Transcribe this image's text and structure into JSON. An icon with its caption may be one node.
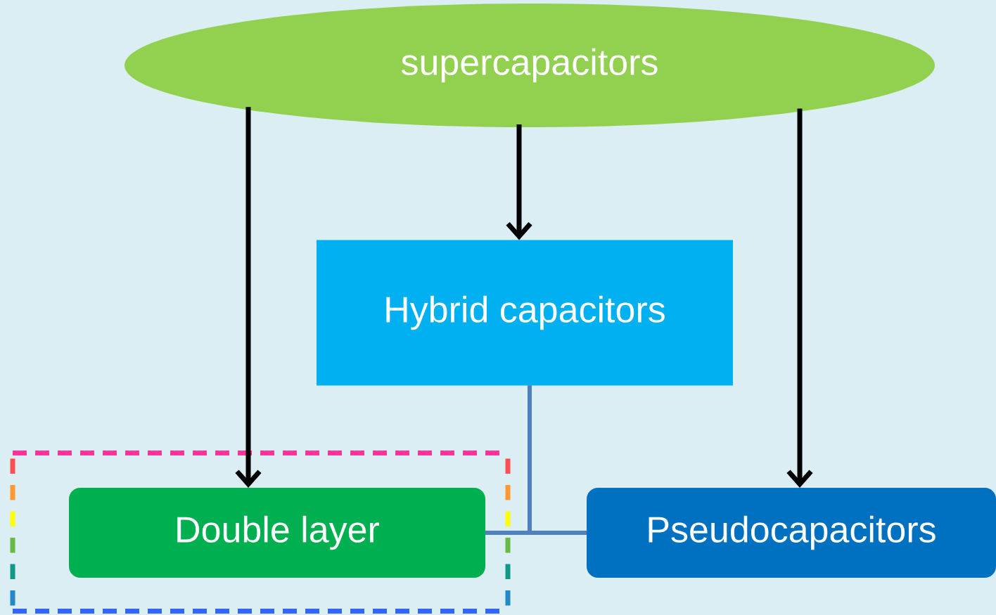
{
  "diagram": {
    "nodes": [
      {
        "text": [
          "supercapacitors"
        ]
      },
      {
        "text": [
          "Hybrid capacitors"
        ]
      },
      {
        "text": [],
        "shape": "box"
      },
      {
        "text": [
          "Double layer"
        ],
        "in": 2
      },
      {
        "text": [
          "Pseudocapacitors"
        ]
      }
    ],
    "edges": [
      {
        "from": 0,
        "to": 3,
        "arrow": "to"
      },
      {
        "from": 0,
        "to": 1,
        "arrow": "to"
      },
      {
        "from": 0,
        "to": 4,
        "arrow": "to"
      },
      {
        "from": 1,
        "to": 3,
        "arrow": "none",
        "color": "#4f81bd"
      },
      {
        "from": 1,
        "to": 4,
        "arrow": "none",
        "color": "#4f81bd"
      }
    ]
  }
}
